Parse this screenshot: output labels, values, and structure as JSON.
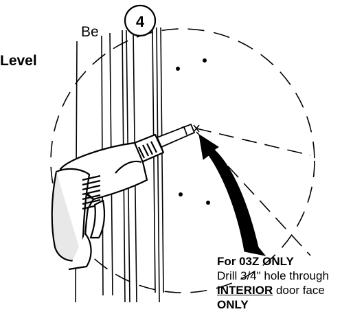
{
  "step": {
    "number": "4"
  },
  "header": {
    "line1": "Be",
    "line2": "Level"
  },
  "note": {
    "title": "For 03Z ONLY",
    "line1": "Drill 3/4\" hole through",
    "line2_emphasis": "INTERIOR",
    "line2_rest": " door face",
    "line3": "ONLY"
  }
}
